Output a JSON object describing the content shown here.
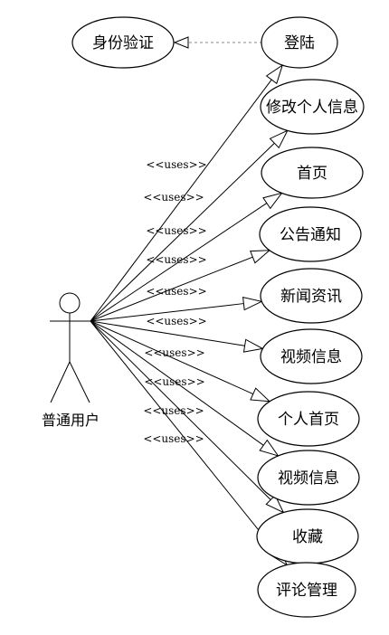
{
  "actor": {
    "label": "普通用户"
  },
  "include_case": {
    "label": "身份验证"
  },
  "stereotype": "<<uses>>",
  "use_cases": [
    {
      "label": "登陆",
      "uses_label": ""
    },
    {
      "label": "修改个人信息",
      "uses_label": "<<uses>>"
    },
    {
      "label": "首页",
      "uses_label": "<<uses>>"
    },
    {
      "label": "公告通知",
      "uses_label": "<<uses>>"
    },
    {
      "label": "新闻资讯",
      "uses_label": "<<uses>>"
    },
    {
      "label": "视频信息",
      "uses_label": "<<uses>>"
    },
    {
      "label": "个人首页",
      "uses_label": "<<uses>>"
    },
    {
      "label": "视频信息",
      "uses_label": "<<uses>>"
    },
    {
      "label": "收藏",
      "uses_label": "<<uses>>"
    },
    {
      "label": "评论管理",
      "uses_label": "<<uses>>"
    }
  ]
}
